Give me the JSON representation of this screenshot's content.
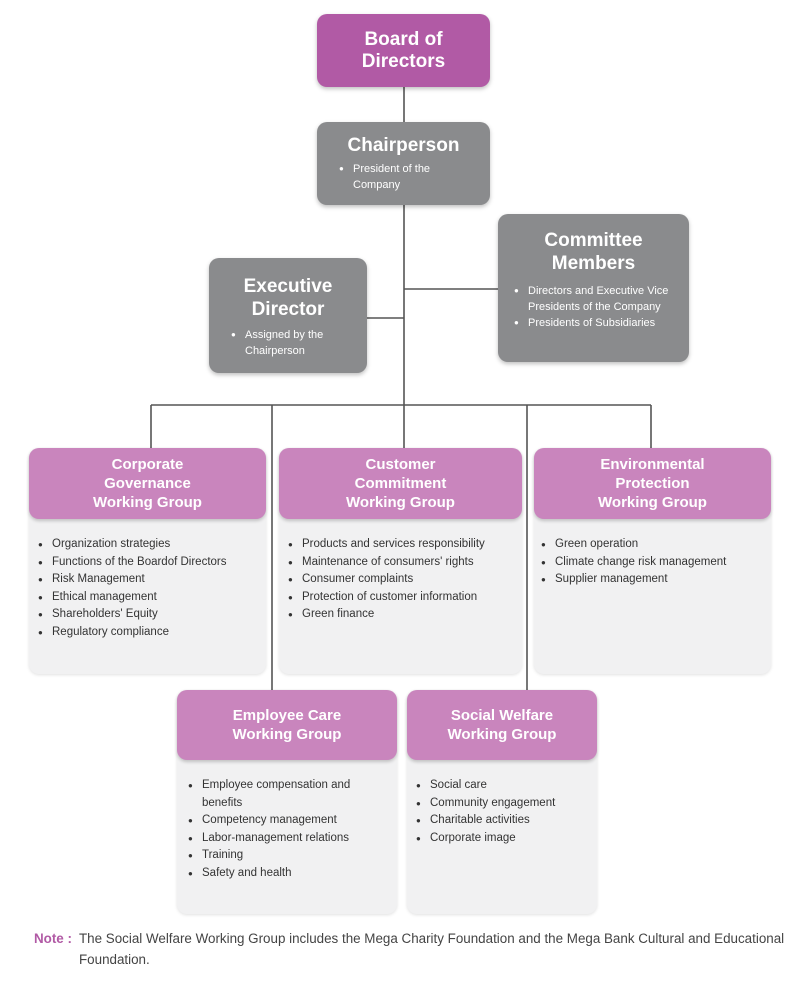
{
  "board": {
    "title_line1": "Board of",
    "title_line2": "Directors"
  },
  "chairperson": {
    "title": "Chairperson",
    "bullets": [
      "President of the Company"
    ]
  },
  "executive_director": {
    "title_line1": "Executive",
    "title_line2": "Director",
    "bullets": [
      "Assigned by the Chairperson"
    ]
  },
  "committee_members": {
    "title_line1": "Committee",
    "title_line2": "Members",
    "bullets": [
      "Directors and Executive Vice Presidents of the Company",
      "Presidents of Subsidiaries"
    ]
  },
  "groups": [
    {
      "title": [
        "Corporate",
        "Governance",
        "Working Group"
      ],
      "items": [
        "Organization strategies",
        "Functions of the Boardof Directors",
        "Risk Management",
        "Ethical management",
        "Shareholders' Equity",
        "Regulatory compliance"
      ]
    },
    {
      "title": [
        "Customer",
        "Commitment",
        "Working Group"
      ],
      "items": [
        "Products and services responsibility",
        "Maintenance of consumers' rights",
        "Consumer complaints",
        "Protection of customer information",
        "Green finance"
      ]
    },
    {
      "title": [
        "Environmental",
        "Protection",
        "Working Group"
      ],
      "items": [
        "Green operation",
        "Climate change risk management",
        "Supplier management"
      ]
    },
    {
      "title": [
        "Employee Care",
        "Working Group"
      ],
      "items": [
        "Employee compensation and benefits",
        "Competency management",
        "Labor-management relations",
        "Training",
        "Safety and health"
      ]
    },
    {
      "title": [
        "Social Welfare",
        "Working Group"
      ],
      "items": [
        "Social care",
        "Community engagement",
        "Charitable activities",
        "Corporate image"
      ]
    }
  ],
  "note": {
    "label": "Note :",
    "text": "The Social Welfare Working Group includes the Mega Charity Foundation and the Mega Bank Cultural and Educational Foundation."
  },
  "colors": {
    "board": "#b15aa5",
    "gray": "#8a8b8d",
    "group_head": "#c985bd",
    "group_body": "#f1f1f2",
    "line": "#555555"
  }
}
